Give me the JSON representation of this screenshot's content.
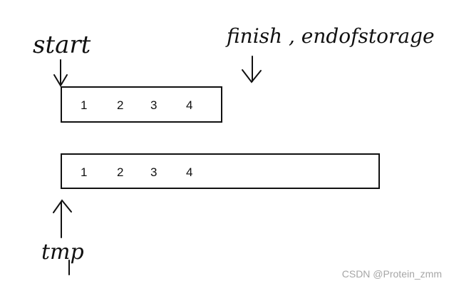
{
  "labels": {
    "start": "start",
    "finish": "finish , endofstorage",
    "tmp": "tmp"
  },
  "arrays": {
    "old": {
      "cells": [
        "1",
        "2",
        "3",
        "4"
      ]
    },
    "new": {
      "cells": [
        "1",
        "2",
        "3",
        "4"
      ]
    }
  },
  "watermark": "CSDN @Protein_zmm",
  "colors": {
    "ink": "#111111",
    "watermark": "#a6a6a6",
    "background": "#ffffff"
  }
}
